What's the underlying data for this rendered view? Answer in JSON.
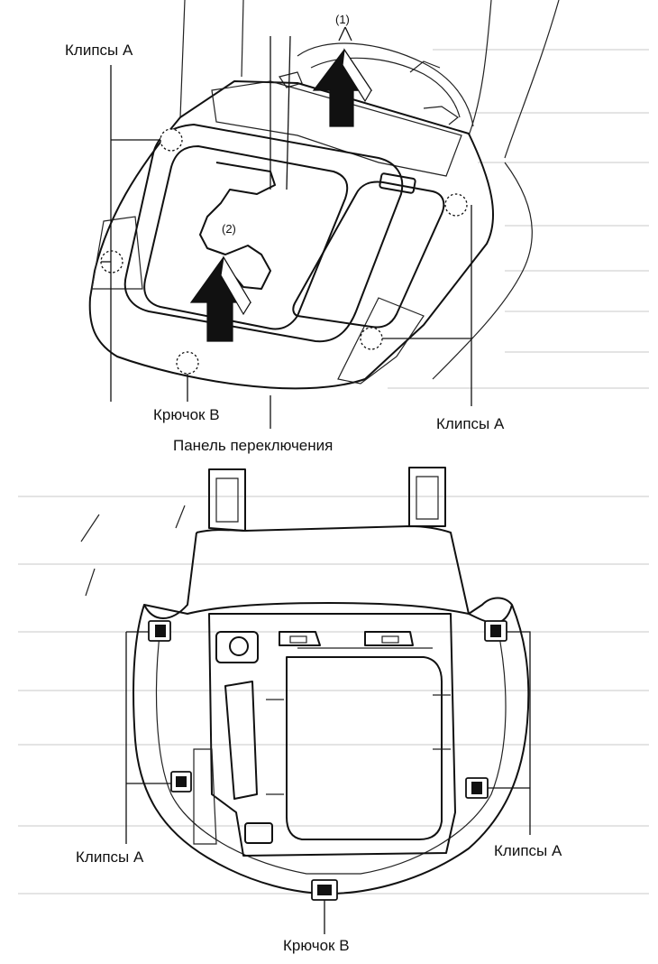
{
  "labels": {
    "clips_a_top_left": "Клипсы А",
    "clips_a_top_right": "Клипсы А",
    "hook_b_top": "Крючок В",
    "switch_panel": "Панель переключения",
    "clips_a_bottom_left": "Клипсы А",
    "clips_a_bottom_right": "Клипсы А",
    "hook_b_bottom": "Крючок В"
  },
  "steps": {
    "step1": "(1)",
    "step2": "(2)"
  },
  "colors": {
    "line": "#111111",
    "background": "#ffffff",
    "arrow_fill": "#111111"
  }
}
